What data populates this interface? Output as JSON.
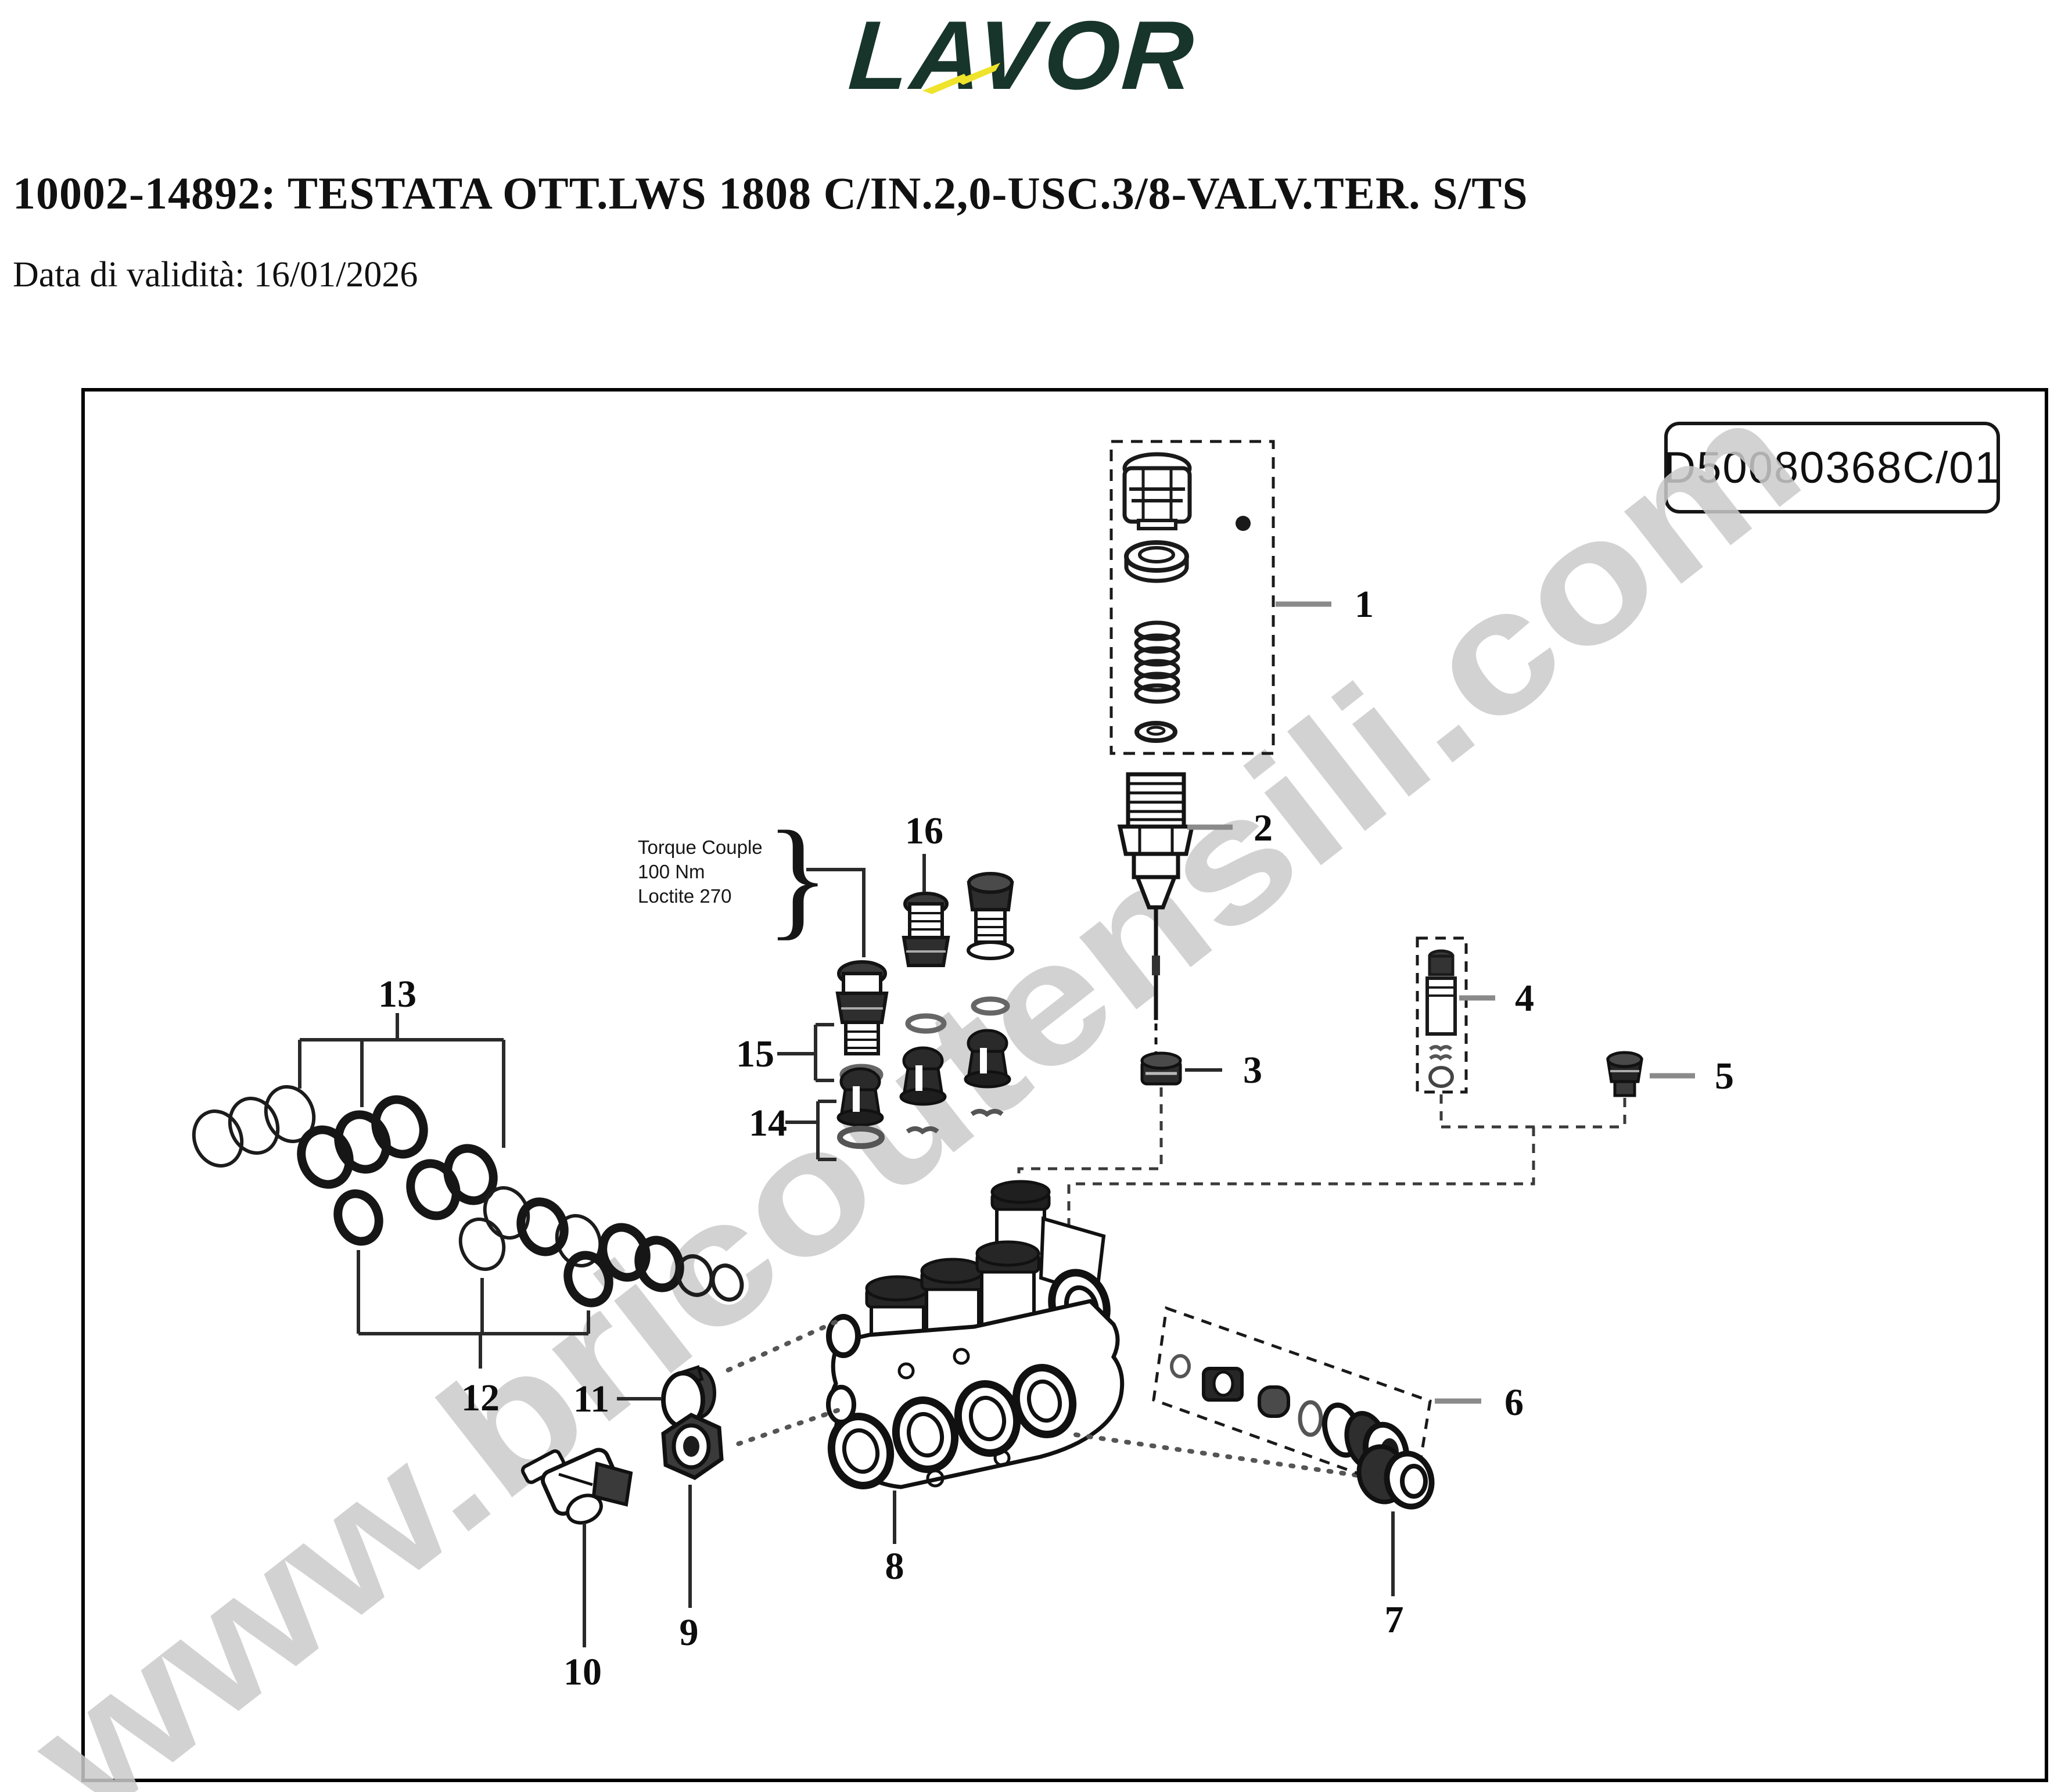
{
  "header": {
    "logo_text": "LAVOR",
    "title": "10002-14892: TESTATA OTT.LWS 1808 C/IN.2,0-USC.3/8-VALV.TER. S/TS",
    "validity": "Data di validità: 16/01/2026"
  },
  "diagram": {
    "code": "D50080368C/01",
    "watermark": "www.bricoutensili.com",
    "torque_note": {
      "line1": "Torque Couple",
      "line2": "100 Nm",
      "line3": "Loctite 270"
    },
    "colors": {
      "logo_green": "#17352a",
      "bolt_yellow": "#efe32b",
      "line_black": "#111111",
      "leader_gray": "#8a8a8a",
      "watermark_gray": "#cbcbcb"
    },
    "parts": [
      {
        "number": "1"
      },
      {
        "number": "2"
      },
      {
        "number": "3"
      },
      {
        "number": "4"
      },
      {
        "number": "5"
      },
      {
        "number": "6"
      },
      {
        "number": "7"
      },
      {
        "number": "8"
      },
      {
        "number": "9"
      },
      {
        "number": "10"
      },
      {
        "number": "11"
      },
      {
        "number": "12"
      },
      {
        "number": "13"
      },
      {
        "number": "14"
      },
      {
        "number": "15"
      },
      {
        "number": "16"
      }
    ]
  }
}
